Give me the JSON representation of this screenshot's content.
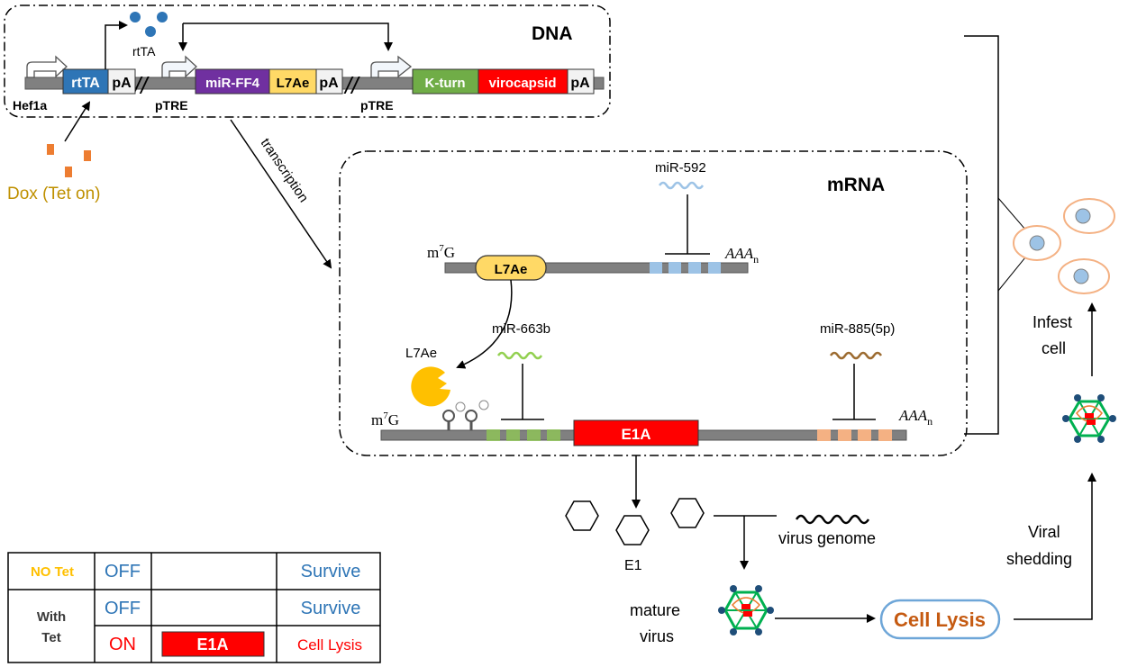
{
  "dna_panel": {
    "title": "DNA",
    "promoters": [
      "Hef1a",
      "pTRE",
      "pTRE"
    ],
    "cassette1": {
      "gene": "rtTA",
      "polyA": "pA"
    },
    "cassette2": {
      "genes": [
        "miR-FF4",
        "L7Ae"
      ],
      "polyA": "pA"
    },
    "cassette3": {
      "genes": [
        "K-turn",
        "virocapsid"
      ],
      "polyA": "pA"
    },
    "rtta_protein_label": "rtTA",
    "separator": "//",
    "colors": {
      "rtTA": "#2e75b6",
      "miR-FF4": "#7030a0",
      "L7Ae": "#ffd966",
      "K-turn": "#70ad47",
      "virocapsid": "#ff0000",
      "pA": "#f2f2f2"
    }
  },
  "inducer_label": "Dox (Tet on)",
  "transcription_label": "transcription",
  "mrna_panel": {
    "title": "mRNA",
    "cap_label_base": "m",
    "cap_label_sup": "7",
    "cap_label_tail": "G",
    "polya_label_base": "AAA",
    "polya_label_sub": "n",
    "transcript1": {
      "orf": "L7Ae",
      "mirna": "miR-592"
    },
    "l7ae_protein_label": "L7Ae",
    "transcript2": {
      "orf": "E1A",
      "mirna_left": "miR-663b",
      "mirna_right": "miR-885(5p)"
    }
  },
  "virus_path": {
    "e1_label": "E1",
    "genome_label": "virus genome",
    "mature_virus_label": [
      "mature",
      "virus"
    ],
    "cell_lysis_label": "Cell Lysis",
    "viral_shedding_label": [
      "Viral",
      "shedding"
    ],
    "infest_cell_label": [
      "Infest",
      "cell"
    ]
  },
  "table": {
    "rows": [
      {
        "condition": "NO Tet",
        "state": "OFF",
        "product": "",
        "outcome": "Survive"
      },
      {
        "condition": [
          "With",
          "Tet"
        ],
        "state": "OFF",
        "product": "",
        "outcome": "Survive"
      },
      {
        "state": "ON",
        "product": "E1A",
        "outcome": "Cell Lysis"
      }
    ],
    "colors": {
      "no_tet": "#ffc000",
      "off": "#2e75b6",
      "on": "#ff0000",
      "lysis": "#ff0000"
    }
  }
}
